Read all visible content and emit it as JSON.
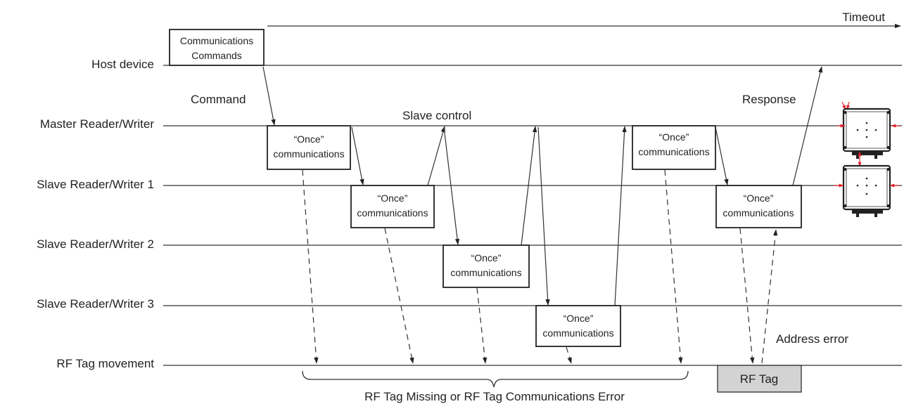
{
  "colors": {
    "line": "#333333",
    "rf_tag_fill": "#d3d3d3",
    "device_accent": "#e0202a"
  },
  "timeline": {
    "timeout_label": "Timeout"
  },
  "lanes": [
    {
      "label": "Host device"
    },
    {
      "label": "Master Reader/Writer"
    },
    {
      "label": "Slave Reader/Writer 1"
    },
    {
      "label": "Slave Reader/Writer 2"
    },
    {
      "label": "Slave Reader/Writer 3"
    },
    {
      "label": "RF Tag movement"
    }
  ],
  "boxes": {
    "host_commands": {
      "line1": "Communications",
      "line2": "Commands"
    },
    "master_once_1": {
      "line1": "“Once”",
      "line2": "communications"
    },
    "slave1_once_1": {
      "line1": "“Once”",
      "line2": "communications"
    },
    "slave2_once": {
      "line1": "“Once”",
      "line2": "communications"
    },
    "slave3_once": {
      "line1": "“Once”",
      "line2": "communications"
    },
    "master_once_2": {
      "line1": "“Once”",
      "line2": "communications"
    },
    "slave1_once_2": {
      "line1": "“Once”",
      "line2": "communications"
    }
  },
  "annotations": {
    "command": "Command",
    "slave_control": "Slave control",
    "response": "Response",
    "address_error": "Address error",
    "bracket_label": "RF Tag Missing or RF Tag Communications Error"
  },
  "rf_tag": {
    "label": "RF Tag"
  },
  "icons": [
    "reader-writer-device-icon",
    "reader-writer-device-icon"
  ]
}
